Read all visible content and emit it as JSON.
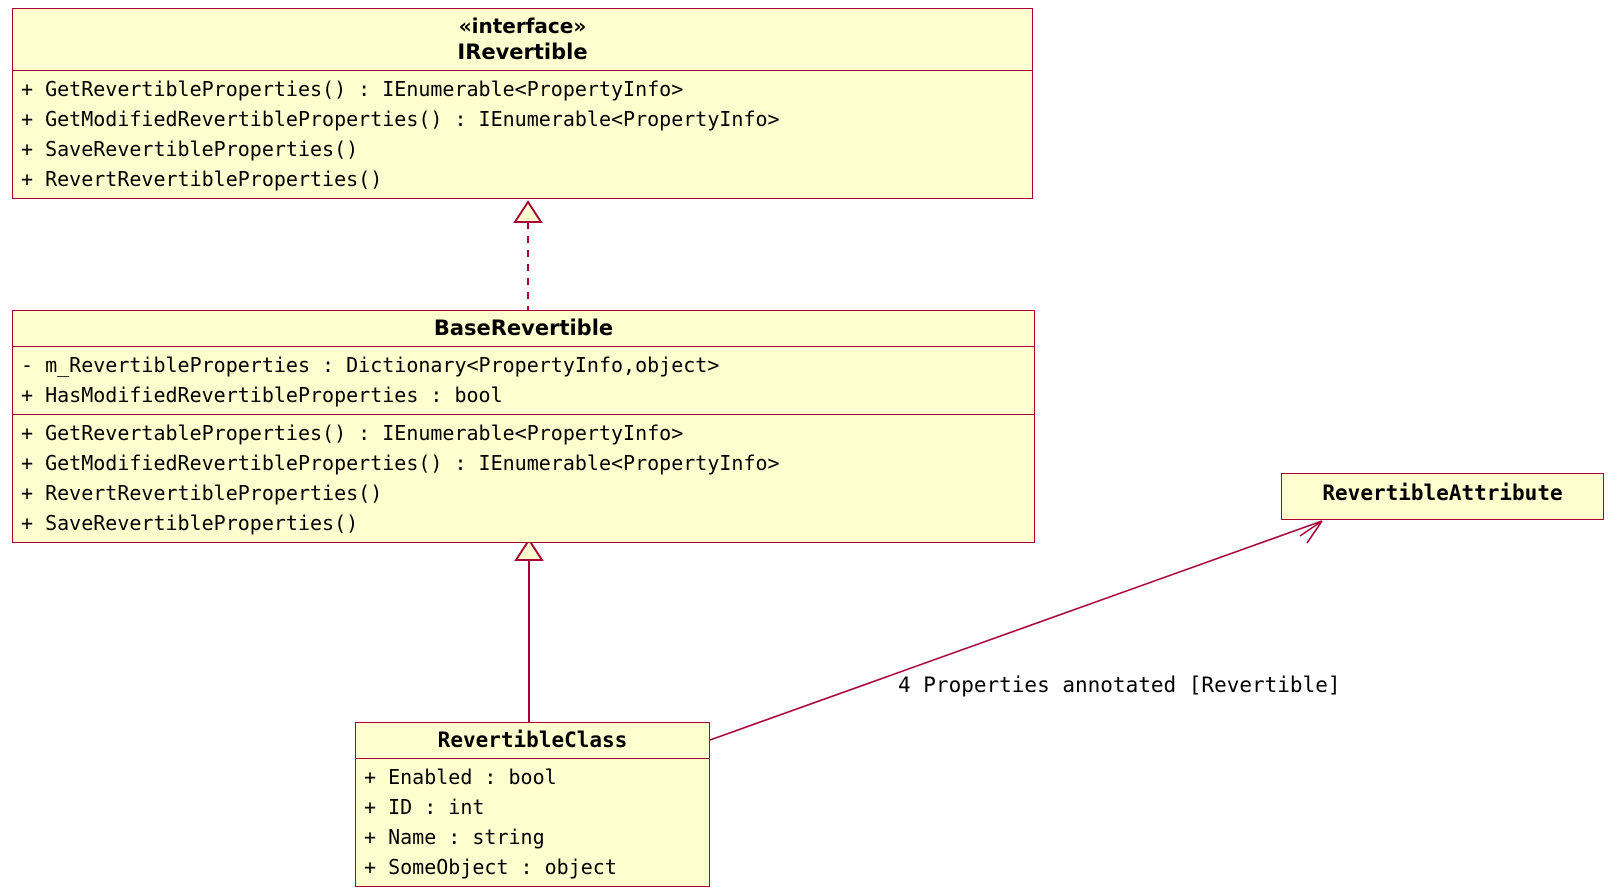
{
  "diagram": {
    "type": "uml-class-diagram",
    "background": "#FFFFFF",
    "node_fill": "#FEFECE",
    "node_border": "#A80036",
    "edge_color": "#A80036"
  },
  "classes": {
    "irevertible": {
      "stereotype": "«interface»",
      "name": "IRevertible",
      "methods": [
        "+ GetRevertibleProperties() : IEnumerable<PropertyInfo>",
        "+ GetModifiedRevertibleProperties() : IEnumerable<PropertyInfo>",
        "+ SaveRevertibleProperties()",
        "+ RevertRevertibleProperties()"
      ]
    },
    "baserevertible": {
      "name": "BaseRevertible",
      "fields": [
        "- m_RevertibleProperties : Dictionary<PropertyInfo,object>",
        "+ HasModifiedRevertibleProperties : bool"
      ],
      "methods": [
        "+ GetRevertableProperties() : IEnumerable<PropertyInfo>",
        "+ GetModifiedRevertibleProperties() : IEnumerable<PropertyInfo>",
        "+ RevertRevertibleProperties()",
        "+ SaveRevertibleProperties()"
      ]
    },
    "revertibleclass": {
      "name": "RevertibleClass",
      "fields": [
        "+ Enabled : bool",
        "+ ID : int",
        "+ Name : string",
        "+ SomeObject : object"
      ]
    },
    "revertibleattribute": {
      "name": "RevertibleAttribute"
    }
  },
  "relations": {
    "realization": {
      "kind": "realization",
      "from": "BaseRevertible",
      "to": "IRevertible",
      "style": "dashed-hollow-triangle"
    },
    "inheritance": {
      "kind": "generalization",
      "from": "RevertibleClass",
      "to": "BaseRevertible",
      "style": "solid-hollow-triangle"
    },
    "annotation": {
      "kind": "association",
      "from": "RevertibleClass",
      "to": "RevertibleAttribute",
      "label": "4 Properties annotated [Revertible]",
      "style": "solid-open-arrow"
    }
  }
}
